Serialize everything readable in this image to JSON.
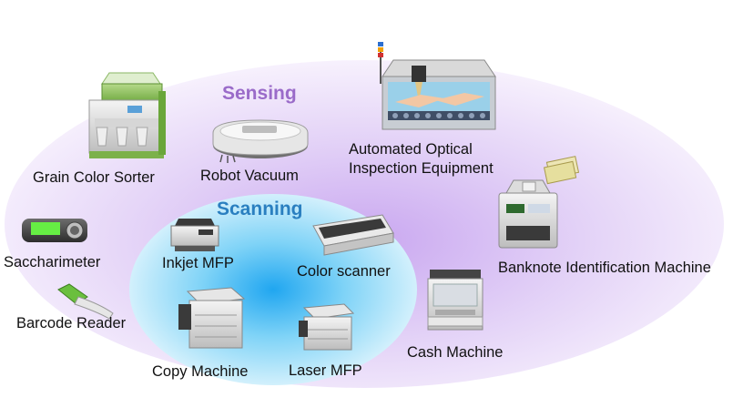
{
  "rings": {
    "sensing": {
      "title": "Sensing",
      "color": "#9a6bc9"
    },
    "scanning": {
      "title": "Scanning",
      "color": "#2a7fc0"
    }
  },
  "devices": {
    "grain_color_sorter": "Grain Color Sorter",
    "robot_vacuum": "Robot Vacuum",
    "aoi_line1": "Automated Optical",
    "aoi_line2": "Inspection Equipment",
    "saccharimeter": "Saccharimeter",
    "barcode_reader": "Barcode Reader",
    "banknote_identification": "Banknote Identification Machine",
    "cash_machine": "Cash Machine",
    "inkjet_mfp": "Inkjet MFP",
    "color_scanner": "Color scanner",
    "copy_machine": "Copy Machine",
    "laser_mfp": "Laser MFP"
  },
  "icons": [
    "grain-color-sorter-icon",
    "robot-vacuum-icon",
    "inspection-equipment-icon",
    "saccharimeter-icon",
    "barcode-reader-icon",
    "banknote-machine-icon",
    "cash-machine-icon",
    "inkjet-mfp-icon",
    "color-scanner-icon",
    "copy-machine-icon",
    "laser-mfp-icon"
  ]
}
